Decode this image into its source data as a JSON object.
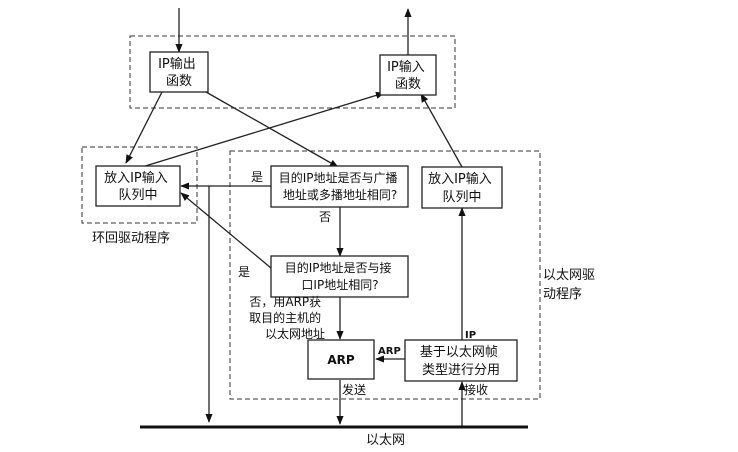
{
  "boxes": {
    "ip_output": [
      "IP输出",
      "函数"
    ],
    "ip_input_top": [
      "IP输入",
      "函数"
    ],
    "ip_queue_loopback": [
      "放入IP输入",
      "队列中"
    ],
    "check_broadcast": [
      "目的IP地址是否与广播",
      "地址或多播地址相同?"
    ],
    "ip_queue_eth": [
      "放入IP输入",
      "队列中"
    ],
    "check_iface": [
      "目的IP地址是否与接",
      "口IP地址相同?"
    ],
    "arp": "ARP",
    "demux": [
      "基于以太网帧",
      "类型进行分用"
    ]
  },
  "groups": {
    "loopback": "环回驱动程序",
    "ethernet": [
      "以太网驱",
      "动程序"
    ]
  },
  "labels": {
    "yes1": "是",
    "no1": "否",
    "yes2": "是",
    "no2": [
      "否，用ARP获",
      "取目的主机的",
      "以太网地址"
    ],
    "arp_arrow": "ARP",
    "ip_arrow": "IP",
    "send": "发送",
    "receive": "接收",
    "ethernet_bus": "以太网"
  }
}
